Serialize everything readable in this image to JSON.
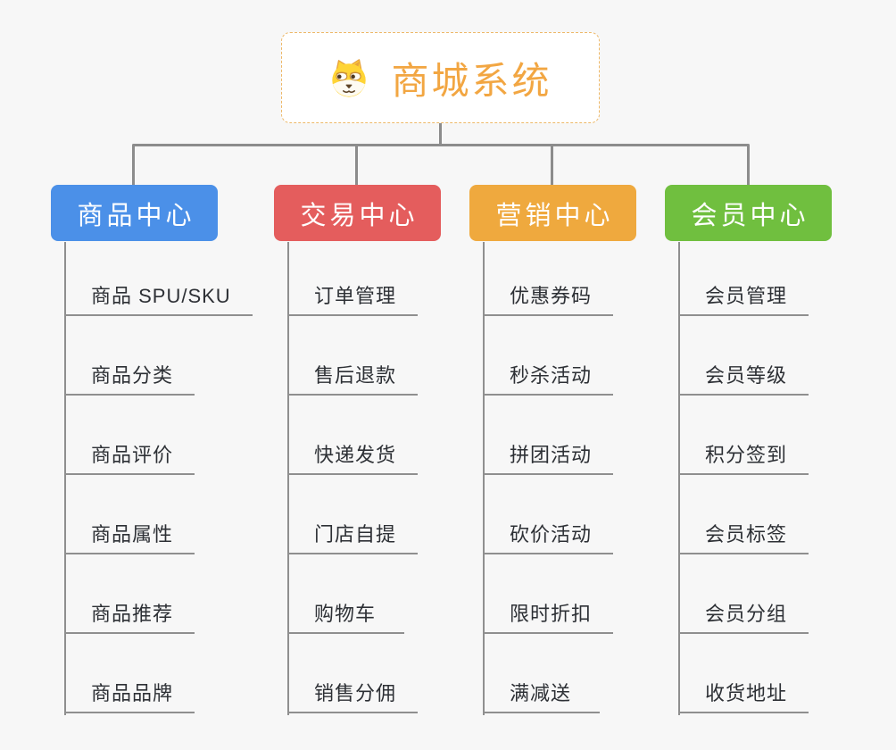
{
  "root": {
    "title": "商城系统",
    "icon": "dog-face-icon",
    "title_color": "#F2A642",
    "border_color": "#EDB868"
  },
  "branches": [
    {
      "label": "商品中心",
      "color": "#4B90E8",
      "items": [
        "商品 SPU/SKU",
        "商品分类",
        "商品评价",
        "商品属性",
        "商品推荐",
        "商品品牌"
      ]
    },
    {
      "label": "交易中心",
      "color": "#E45D5D",
      "items": [
        "订单管理",
        "售后退款",
        "快递发货",
        "门店自提",
        "购物车",
        "销售分佣"
      ]
    },
    {
      "label": "营销中心",
      "color": "#EFA93E",
      "items": [
        "优惠券码",
        "秒杀活动",
        "拼团活动",
        "砍价活动",
        "限时折扣",
        "满减送"
      ]
    },
    {
      "label": "会员中心",
      "color": "#70BF3F",
      "items": [
        "会员管理",
        "会员等级",
        "积分签到",
        "会员标签",
        "会员分组",
        "收货地址"
      ]
    }
  ],
  "colors": {
    "background": "#F7F7F7",
    "connector": "#8C8C8C",
    "leaf_line": "#8F8F8F",
    "leaf_text": "#2D3035"
  }
}
